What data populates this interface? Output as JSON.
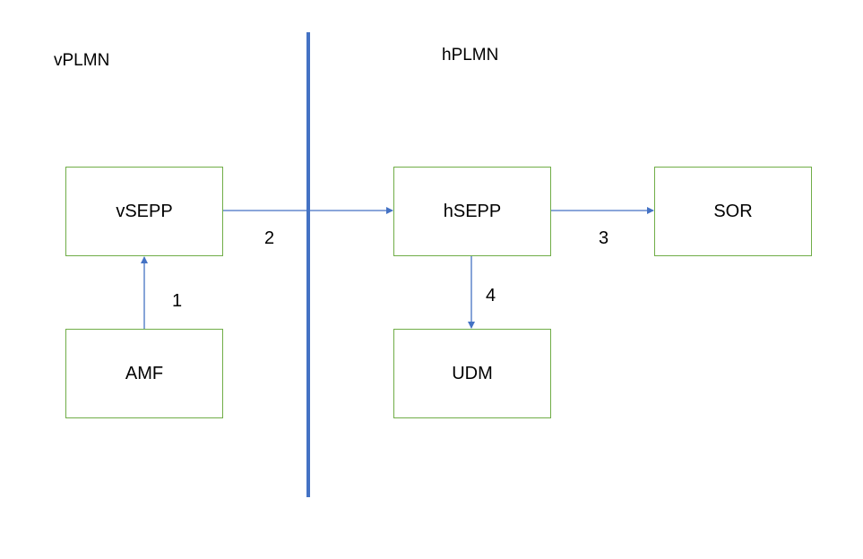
{
  "regions": {
    "visited": "vPLMN",
    "home": "hPLMN"
  },
  "nodes": {
    "vsepp": "vSEPP",
    "amf": "AMF",
    "hsepp": "hSEPP",
    "sor": "SOR",
    "udm": "UDM"
  },
  "steps": {
    "s1": "1",
    "s2": "2",
    "s3": "3",
    "s4": "4"
  },
  "colors": {
    "node_border": "#70ad47",
    "arrow": "#4472c4",
    "divider": "#4472c4"
  }
}
